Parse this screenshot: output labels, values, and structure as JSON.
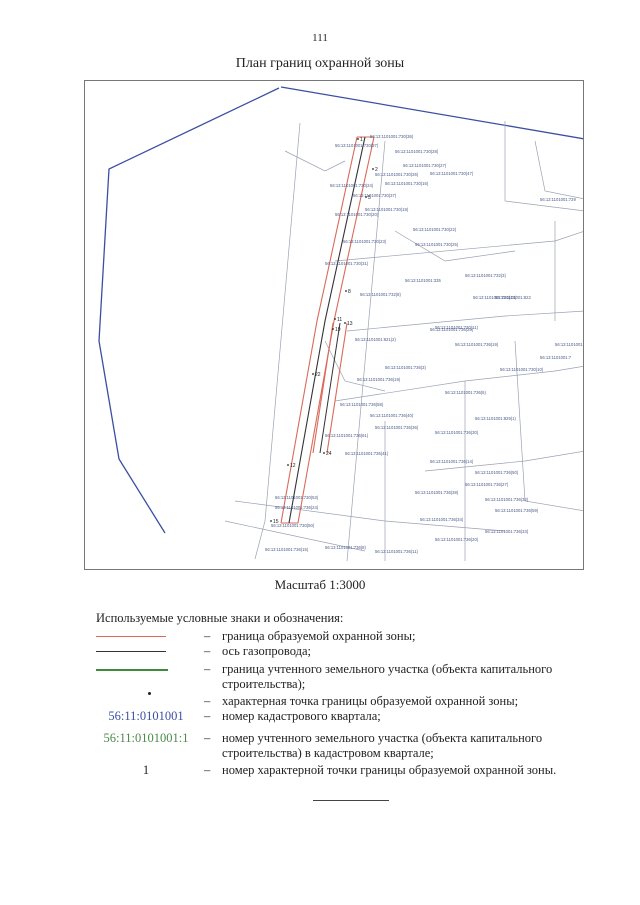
{
  "header": {
    "page_number": "111",
    "title": "План границ охранной зоны"
  },
  "map": {
    "colors": {
      "quarter_boundary": "#3b4fa0",
      "zone_boundary": "#d96a5a",
      "gas_axis": "#333333",
      "parcel_boundary": "#9aa3b0"
    },
    "labels": [
      {
        "text": "56:13:1101001:730(36)"
      },
      {
        "text": "56:13:1101001:730(37)"
      },
      {
        "text": "56:13:1101001:730(28)"
      },
      {
        "text": "56:13:1101001:730(27)"
      },
      {
        "text": "56:13:1101001:730(26)"
      },
      {
        "text": "56:13:1101001:730(24)"
      },
      {
        "text": "56:13:1101001:730(47)"
      },
      {
        "text": "56:13:1101001:730(16)"
      },
      {
        "text": "56:13:1101001:730(37)"
      },
      {
        "text": "56:13:1101001:730(18)"
      },
      {
        "text": "56:13:1101001:730(20)"
      },
      {
        "text": "56:13:1101001:730(22)"
      },
      {
        "text": "56:13:1101001:730(23)"
      },
      {
        "text": "56:13:1101001:730(25)"
      },
      {
        "text": "56:13:1101001:730(31)"
      },
      {
        "text": "56:13:1101001:335"
      },
      {
        "text": "56:13:1101001:732(8)"
      },
      {
        "text": "56:13:1101001:732(3)"
      },
      {
        "text": "56:13:1101001:822"
      },
      {
        "text": "56:13:1101001:730(11)"
      },
      {
        "text": "56:13:1101001:736(19)"
      },
      {
        "text": "56:13:1101001:821(2)"
      },
      {
        "text": "56:13:1101001:736(3)"
      },
      {
        "text": "56:13:1101001:736(25)"
      },
      {
        "text": "56:13:1101001:736(19)"
      },
      {
        "text": "56:13:1101001:736(5)"
      },
      {
        "text": "56:13:1101001:736(58)"
      },
      {
        "text": "56:13:1101001:736(40)"
      },
      {
        "text": "56:13:1101001:736(36)"
      },
      {
        "text": "56:13:1101001:736(61)"
      },
      {
        "text": "56:13:1101001:829(1)"
      },
      {
        "text": "56:13:1101001:736(41)"
      },
      {
        "text": "56:13:1101001:736(30)"
      },
      {
        "text": "56:13:1101001:736(14)"
      },
      {
        "text": "56:13:1101001:736(50)"
      },
      {
        "text": "56:13:1101001:736(27)"
      },
      {
        "text": "56:13:1101001:736(38)"
      },
      {
        "text": "56:13:1101001:736(32)"
      },
      {
        "text": "56:13:1101001:736(59)"
      },
      {
        "text": "56:13:1101001:736(34)"
      },
      {
        "text": "56:13:1101001:736(33)"
      },
      {
        "text": "56:13:1101001:730(53)"
      },
      {
        "text": "56:13:1101001:736(24)"
      },
      {
        "text": "56:13:1101001:730(50)"
      },
      {
        "text": "56:13:1101001:736(20)"
      },
      {
        "text": "56:13:1101001:736(15)"
      },
      {
        "text": "56:13:1101001:736(8)"
      },
      {
        "text": "56:13:1101001:736(11)"
      },
      {
        "text": "56:13:1101001"
      },
      {
        "text": "56:13:1101001:7"
      },
      {
        "text": "56:13:1101001:729"
      },
      {
        "text": "56:13:1101001:730(10)"
      },
      {
        "text": "56:13:1101001:730(13)"
      }
    ],
    "points": [
      {
        "label": "1"
      },
      {
        "label": "2"
      },
      {
        "label": "5"
      },
      {
        "label": "8"
      },
      {
        "label": "11"
      },
      {
        "label": "13"
      },
      {
        "label": "19"
      },
      {
        "label": "22"
      },
      {
        "label": "24"
      },
      {
        "label": "12"
      },
      {
        "label": "15"
      }
    ]
  },
  "scale": "Масштаб 1:3000",
  "legend": {
    "heading": "Используемые условные знаки и обозначения:",
    "items": [
      {
        "symbol": "",
        "text": "граница образуемой охранной зоны;"
      },
      {
        "symbol": "",
        "text": "ось газопровода;"
      },
      {
        "symbol": "",
        "text": "граница учтенного земельного участка (объекта капитального строительства);"
      },
      {
        "symbol": "",
        "text": "характерная точка границы образуемой охранной зоны;"
      },
      {
        "symbol": "56:11:0101001",
        "text": "номер кадастрового квартала;"
      },
      {
        "symbol": "56:11:0101001:1",
        "text": "номер учтенного земельного участка (объекта капитального строительства) в кадастровом квартале;"
      },
      {
        "symbol": "1",
        "text": "номер характерной точки границы образуемой охранной зоны."
      }
    ],
    "dash": "–"
  }
}
